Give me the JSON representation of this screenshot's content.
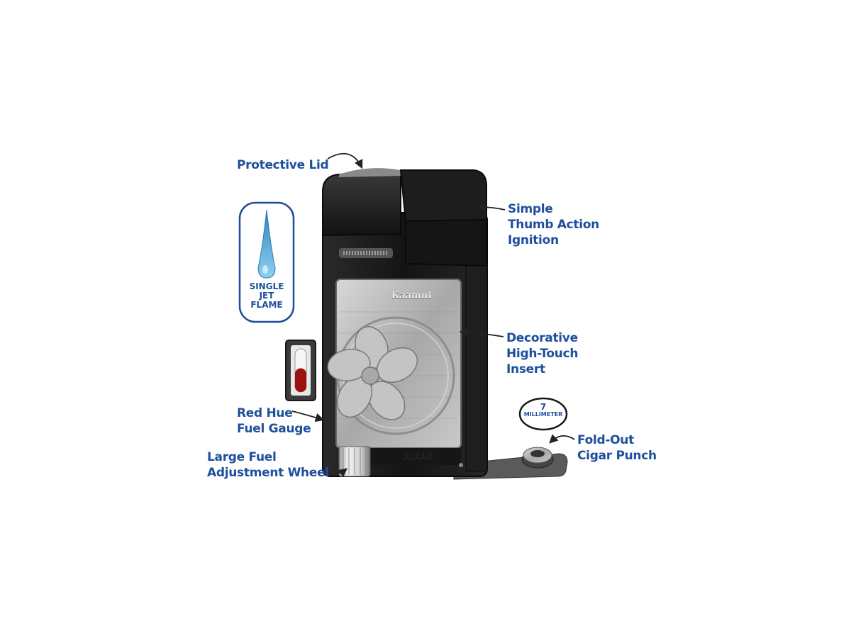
{
  "labels": {
    "protective_lid": "Protective Lid",
    "ignition": [
      "Simple",
      "Thumb Action",
      "Ignition"
    ],
    "insert": [
      "Decorative",
      "High-Touch",
      "Insert"
    ],
    "fuel_gauge": [
      "Red Hue",
      "Fuel Gauge"
    ],
    "fuel_wheel": [
      "Large Fuel",
      "Adjustment Wheel"
    ],
    "cigar_punch": [
      "Fold-Out",
      "Cigar Punch"
    ]
  },
  "flame_badge": {
    "lines": [
      "SINGLE",
      "JET",
      "FLAME"
    ]
  },
  "punch_badge": {
    "number": "7",
    "unit": "MILLIMETER"
  },
  "product": {
    "brand_mark": "Kaamui",
    "maker_mark": "XIKAR"
  },
  "colors": {
    "label_text": "#1f4f9c",
    "lighter_body": "#1c1c1c",
    "insert_silver": "#b9b9b9",
    "gauge_red": "#9b1010",
    "flame_blue": "#4aa7d6"
  },
  "fuel_gauge_level": 0.55
}
